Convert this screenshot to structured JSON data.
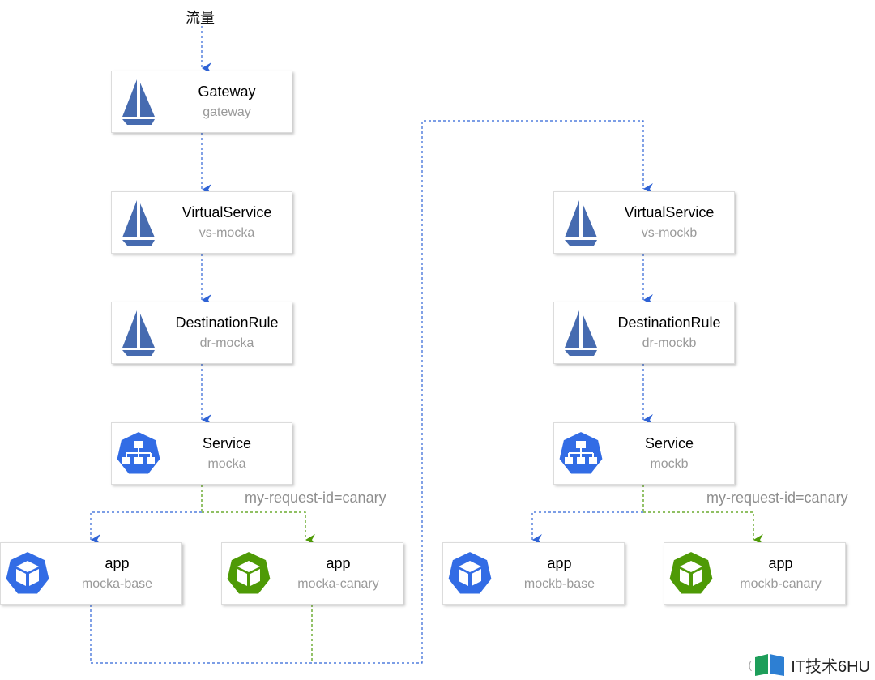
{
  "traffic_label": "流量",
  "nodes": {
    "gateway": {
      "title": "Gateway",
      "sub": "gateway",
      "icon": "istio-sail-icon"
    },
    "vs_a": {
      "title": "VirtualService",
      "sub": "vs-mocka",
      "icon": "istio-sail-icon"
    },
    "dr_a": {
      "title": "DestinationRule",
      "sub": "dr-mocka",
      "icon": "istio-sail-icon"
    },
    "svc_a": {
      "title": "Service",
      "sub": "mocka",
      "icon": "k8s-service-icon"
    },
    "app_a_base": {
      "title": "app",
      "sub": "mocka-base",
      "icon": "k8s-pod-icon"
    },
    "app_a_canary": {
      "title": "app",
      "sub": "mocka-canary",
      "icon": "k8s-pod-icon"
    },
    "vs_b": {
      "title": "VirtualService",
      "sub": "vs-mockb",
      "icon": "istio-sail-icon"
    },
    "dr_b": {
      "title": "DestinationRule",
      "sub": "dr-mockb",
      "icon": "istio-sail-icon"
    },
    "svc_b": {
      "title": "Service",
      "sub": "mockb",
      "icon": "k8s-service-icon"
    },
    "app_b_base": {
      "title": "app",
      "sub": "mockb-base",
      "icon": "k8s-pod-icon"
    },
    "app_b_canary": {
      "title": "app",
      "sub": "mockb-canary",
      "icon": "k8s-pod-icon"
    }
  },
  "header_rule_a": "my-request-id=canary",
  "header_rule_b": "my-request-id=canary",
  "colors": {
    "istio_blue": "#466bb0",
    "k8s_blue": "#326ce5",
    "canary_green": "#4e9a06",
    "arrow_blue": "#2f63d6",
    "arrow_green": "#4e9a06"
  },
  "watermark": {
    "paren": "(",
    "text": "IT技术6HU"
  }
}
